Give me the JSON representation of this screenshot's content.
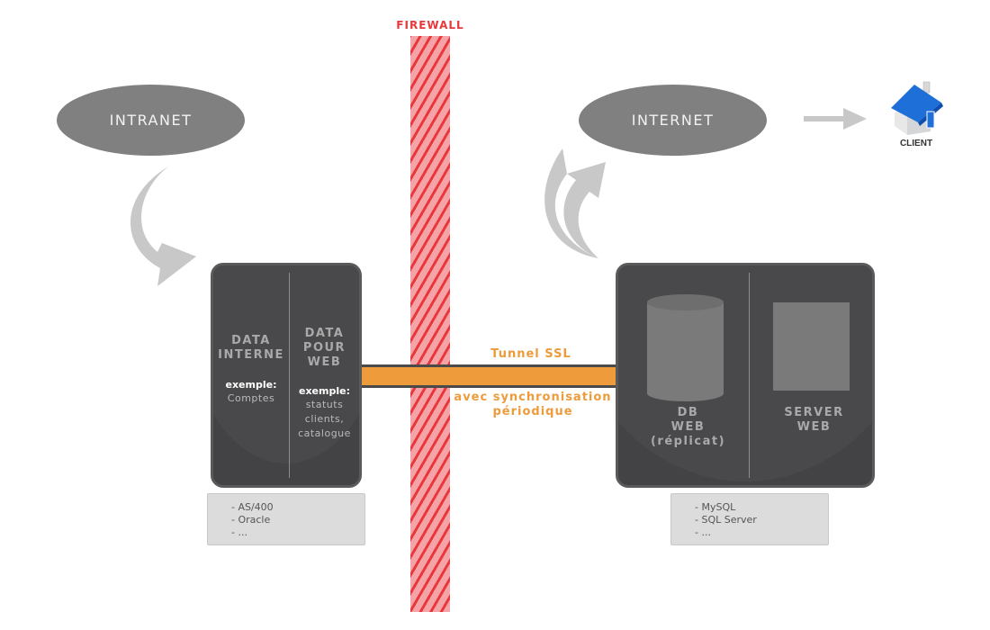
{
  "firewall": {
    "label": "FIREWALL"
  },
  "zones": {
    "intranet": "INTRANET",
    "internet": "INTERNET"
  },
  "client": {
    "label": "CLIENT",
    "icon": "house-icon"
  },
  "left_box": {
    "col1": {
      "title_lines": [
        "DATA",
        "INTERNE"
      ],
      "example_label": "exemple:",
      "example_lines": [
        "Comptes"
      ]
    },
    "col2": {
      "title_lines": [
        "DATA",
        "POUR",
        "WEB"
      ],
      "example_label": "exemple:",
      "example_lines": [
        "statuts",
        "clients,",
        "catalogue"
      ]
    },
    "list": [
      "- AS/400",
      "- Oracle",
      "- ..."
    ]
  },
  "right_box": {
    "col1": {
      "title_lines": [
        "DB",
        "WEB",
        "(réplicat)"
      ],
      "icon": "database-icon"
    },
    "col2": {
      "title_lines": [
        "SERVER",
        "WEB"
      ],
      "icon": "server-icon"
    },
    "list": [
      "- MySQL",
      "- SQL Server",
      "- ..."
    ]
  },
  "tunnel": {
    "label": "Tunnel SSL",
    "sublabel_lines": [
      "avec synchronisation",
      "périodique"
    ]
  },
  "colors": {
    "firewall_red": "#e8383d",
    "firewall_pink": "#f4a3a6",
    "tunnel_orange": "#ee9b3b",
    "box_dark": "#434345",
    "ellipse_gray": "#808080",
    "arrow_gray": "#c8c8c8",
    "house_blue": "#1f6fd8"
  }
}
